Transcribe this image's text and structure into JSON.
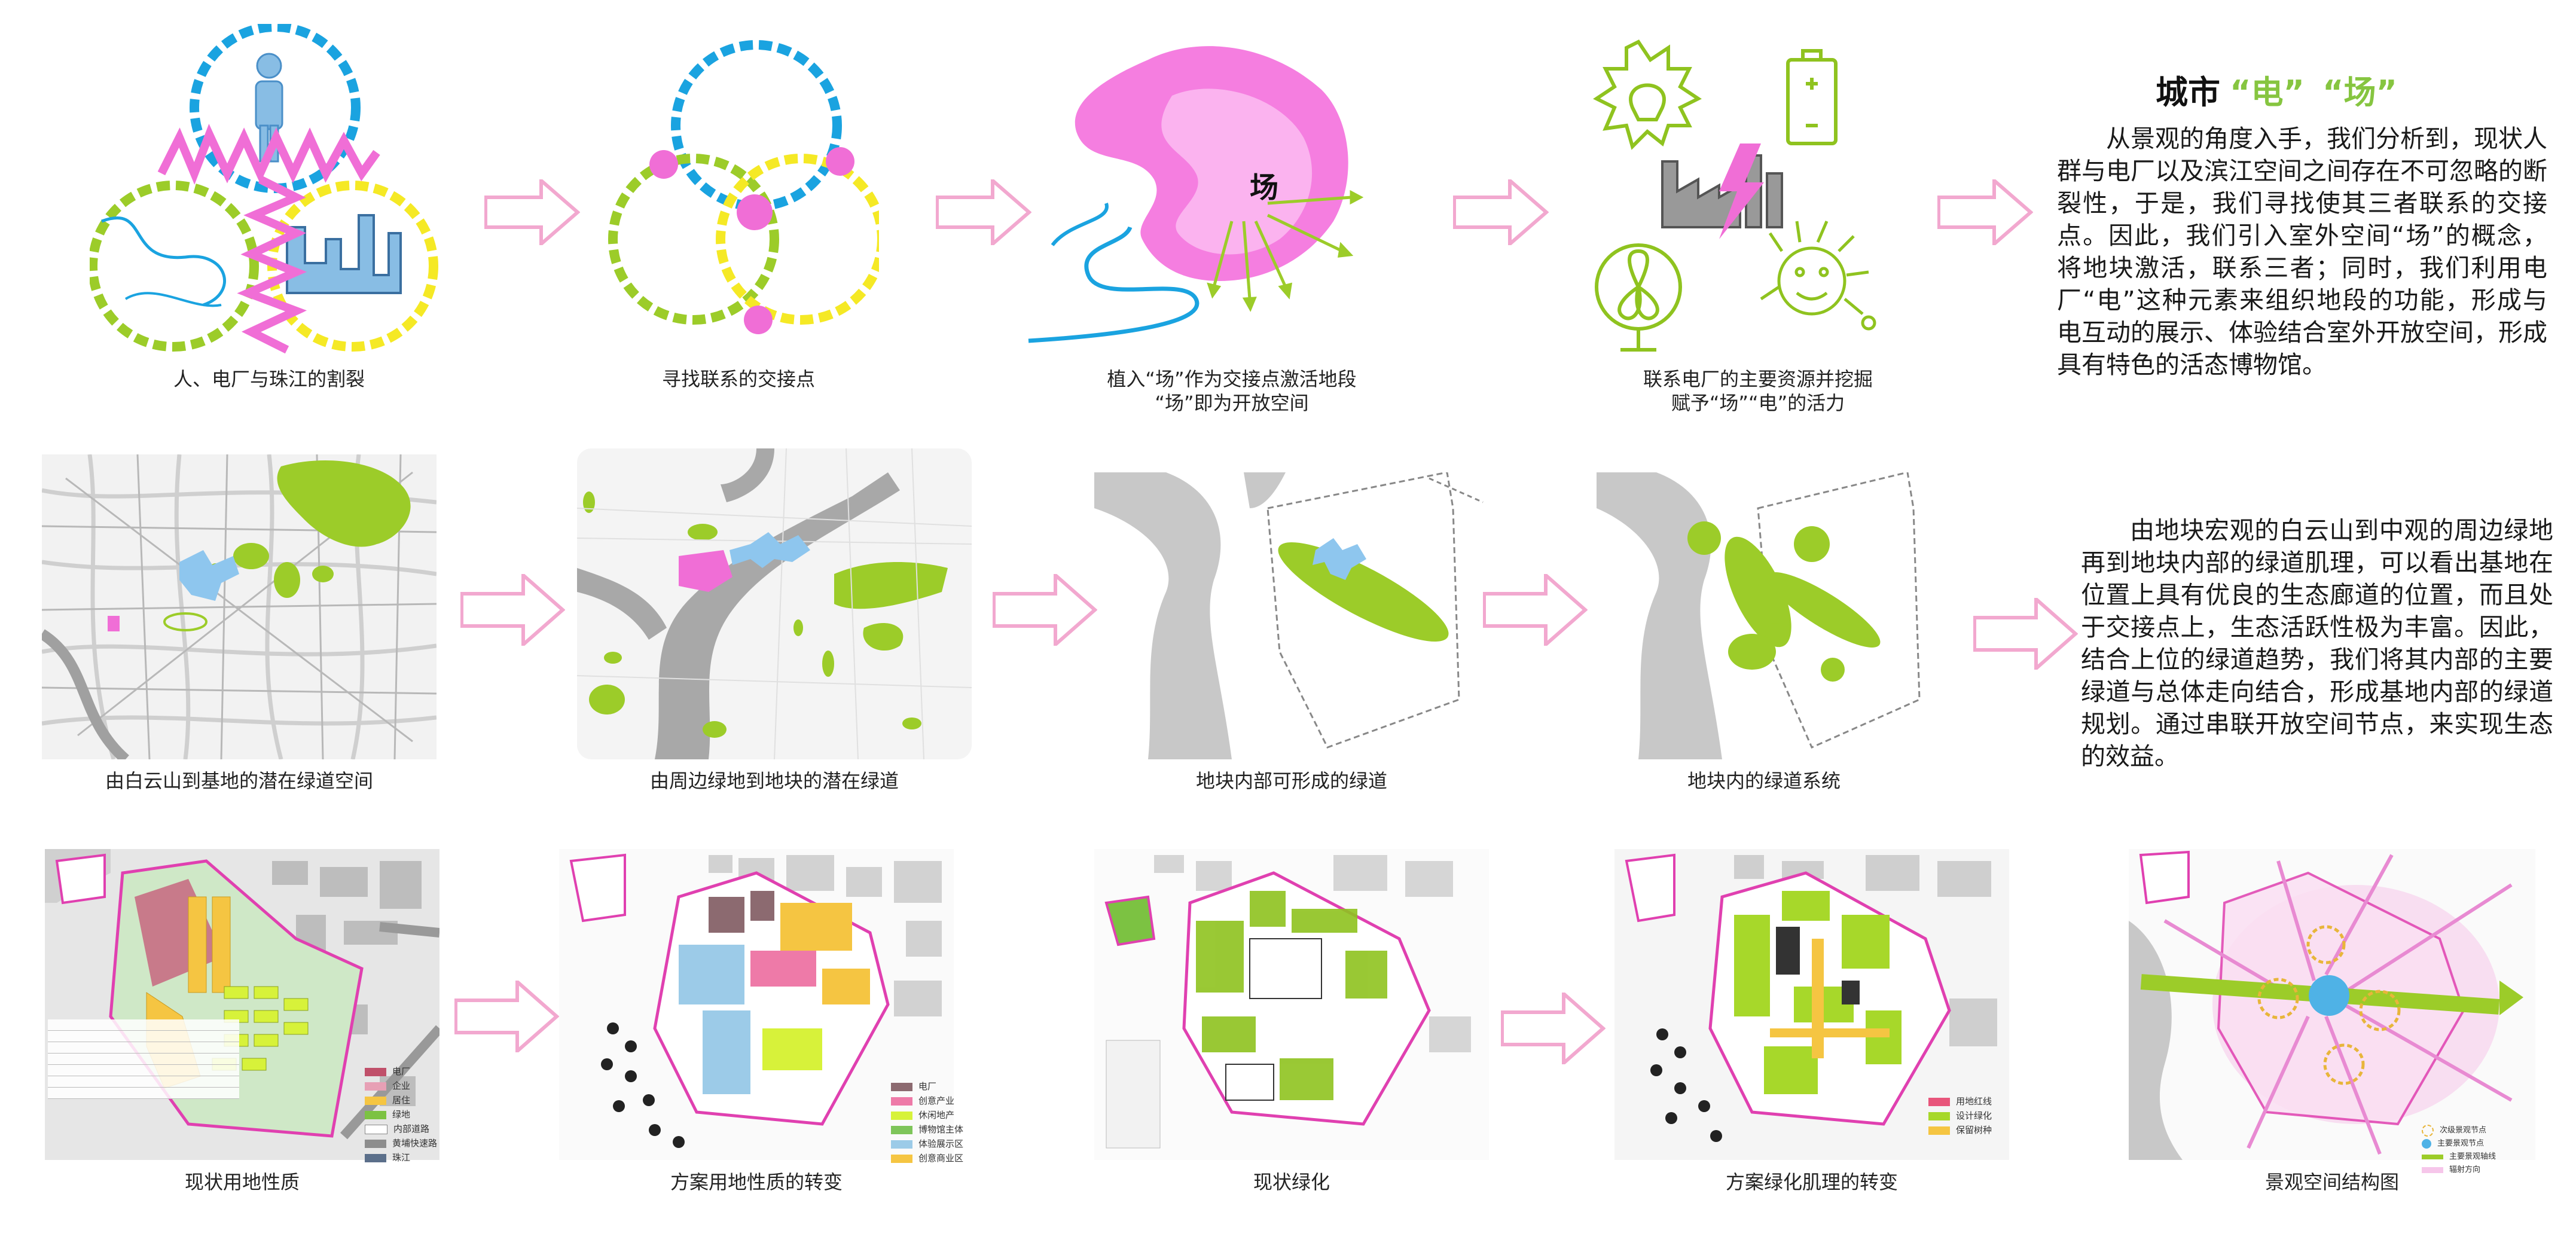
{
  "row1": {
    "captions": [
      "人、电厂与珠江的割裂",
      "寻找联系的交接点",
      "植入“场”作为交接点激活地段",
      "“场”即为开放空间",
      "联系电厂的主要资源并挖掘",
      "赋予“场”“电”的活力"
    ],
    "field_char": "场"
  },
  "text1": {
    "title_prefix": "城市",
    "title_dian": "“电”",
    "title_chang": "“场”",
    "paragraph": "从景观的角度入手，我们分析到，现状人群与电厂以及滨江空间之间存在不可忽略的断裂性，于是，我们寻找使其三者联系的交接点。因此，我们引入室外空间“场”的概念，将地块激活，联系三者；同时，我们利用电厂“电”这种元素来组织地段的功能，形成与电互动的展示、体验结合室外开放空间，形成具有特色的活态博物馆。"
  },
  "row2": {
    "captions": [
      "由白云山到基地的潜在绿道空间",
      "由周边绿地到地块的潜在绿道",
      "地块内部可形成的绿道",
      "地块内的绿道系统"
    ]
  },
  "text2": {
    "paragraph": "由地块宏观的白云山到中观的周边绿地再到地块内部的绿道肌理，可以看出基地在位置上具有优良的生态廊道的位置，而且处于交接点上，生态活跃性极为丰富。因此，结合上位的绿道趋势，我们将其内部的主要绿道与总体走向结合，形成基地内部的绿道规划。通过串联开放空间节点，来实现生态的效益。"
  },
  "row3": {
    "captions": [
      "现状用地性质",
      "方案用地性质的转变",
      "现状绿化",
      "方案绿化肌理的转变",
      "景观空间结构图"
    ],
    "legend1": [
      "电厂",
      "企业",
      "居住",
      "绿地",
      "内部道路",
      "黄埔快速路",
      "珠江"
    ],
    "legend2": [
      "电厂",
      "创意产业",
      "休闲地产",
      "博物馆主体",
      "体验展示区",
      "创意商业区"
    ],
    "legend4": [
      "用地红线",
      "设计绿化",
      "保留树种"
    ],
    "legend5": [
      "次级景观节点",
      "主要景观节点",
      "主要景观轴线",
      "辐射方向"
    ]
  },
  "colors": {
    "pink": "#f06ed6",
    "blue": "#1aa3e0",
    "lime": "#9ccc29",
    "yellow": "#f5e925",
    "arrow": "#f2a8cf",
    "green": "#8fc31f",
    "teal_title": "#86c540"
  }
}
